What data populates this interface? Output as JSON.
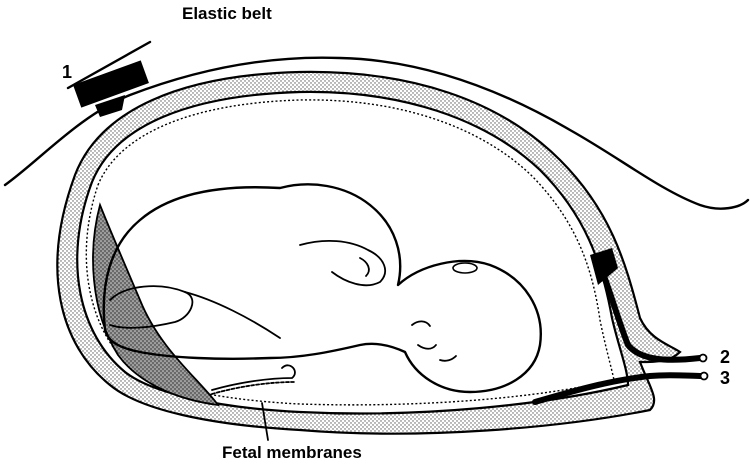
{
  "figure": {
    "labels": {
      "elastic_belt": "Elastic belt",
      "fetal_membranes": "Fetal membranes",
      "marker_1": "1",
      "marker_2": "2",
      "marker_3": "3"
    }
  }
}
